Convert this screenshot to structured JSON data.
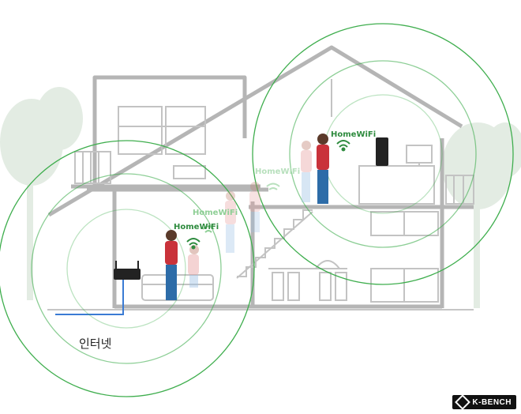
{
  "labels": {
    "internet": "인터넷",
    "wifi_main": "HomeWiFi",
    "wifi_ghost_1": "HomeWiFi",
    "wifi_ghost_2": "HomeWiFi",
    "wifi_upstairs": "HomeWiFi"
  },
  "logo": {
    "name": "K-BENCH"
  },
  "colors": {
    "wifi_ring": "#3fae4e",
    "wifi_text": "#2e8b3e",
    "house_outline": "#b5b5b5",
    "tree": "#e3ece3",
    "internet_cable": "#3b7bd4",
    "person_shirt": "#c9323a",
    "person_pants": "#2d6ca8"
  }
}
